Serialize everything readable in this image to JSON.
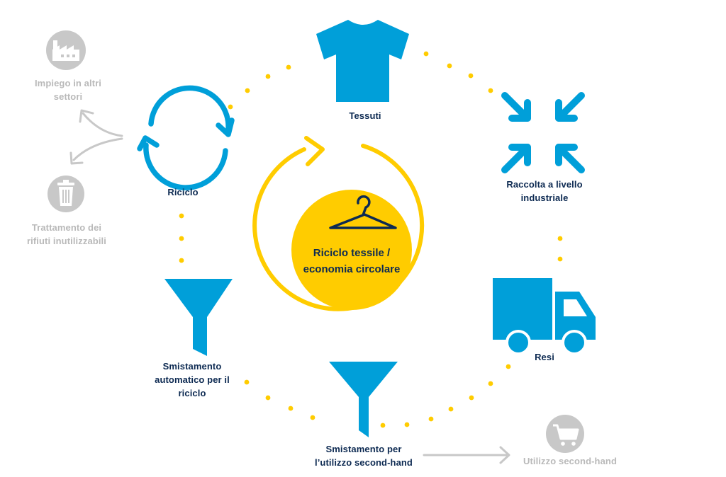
{
  "colors": {
    "blue": "#009fd9",
    "yellow": "#ffcc00",
    "navy": "#0d2a52",
    "gray": "#c8c8c8",
    "gray_text": "#b9b9b9"
  },
  "center": {
    "line1": "Riciclo tessile /",
    "line2": "economia circolare",
    "icon": "hanger-icon"
  },
  "nodes": {
    "tessuti": {
      "line1": "Tessuti",
      "icon": "tshirt-icon"
    },
    "raccolta": {
      "line1": "Raccolta a livello",
      "line2": "industriale",
      "icon": "collect-arrows-icon"
    },
    "resi": {
      "line1": "Resi",
      "icon": "truck-icon"
    },
    "smistamento_second_hand": {
      "line1": "Smistamento per",
      "line2": "l’utilizzo second-hand",
      "icon": "funnel-icon"
    },
    "smistamento_riciclo": {
      "line1": "Smistamento",
      "line2": "automatico per il",
      "line3": "riciclo",
      "icon": "funnel-icon"
    },
    "riciclo": {
      "line1": "Riciclo",
      "icon": "recycle-arrows-icon"
    }
  },
  "side_outputs": {
    "impiego": {
      "line1": "Impiego in altri",
      "line2": "settori",
      "icon": "factory-icon"
    },
    "trattamento": {
      "line1": "Trattamento dei",
      "line2": "rifiuti inutilizzabili",
      "icon": "trash-bin-icon"
    },
    "second_hand": {
      "line1": "Utilizzo second-hand",
      "icon": "shopping-cart-icon"
    }
  }
}
